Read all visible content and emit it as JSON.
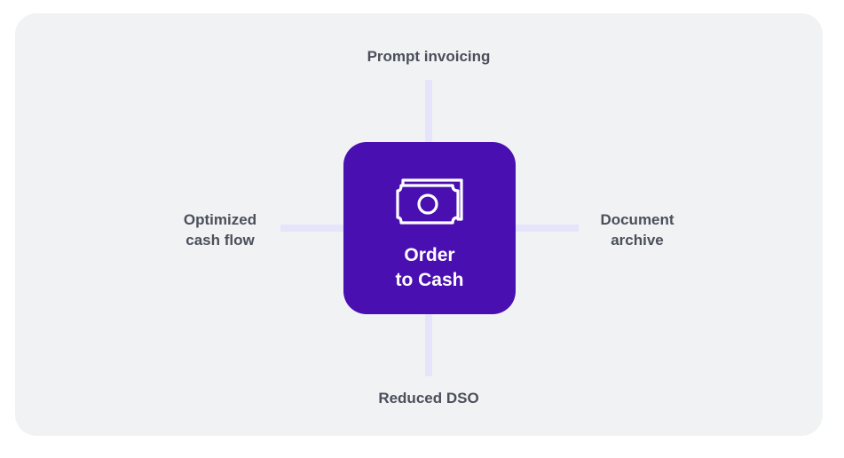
{
  "center": {
    "icon": "banknote-icon",
    "title_line1": "Order",
    "title_line2": "to Cash",
    "color": "#4a0fb0"
  },
  "benefits": {
    "top": {
      "line1": "Prompt invoicing"
    },
    "left": {
      "line1": "Optimized",
      "line2": "cash flow"
    },
    "right": {
      "line1": "Document",
      "line2": "archive"
    },
    "bottom": {
      "line1": "Reduced DSO"
    }
  },
  "colors": {
    "panel_background": "#f1f2f4",
    "connector": "#e6e4fa",
    "label_text": "#4a4f5a"
  }
}
